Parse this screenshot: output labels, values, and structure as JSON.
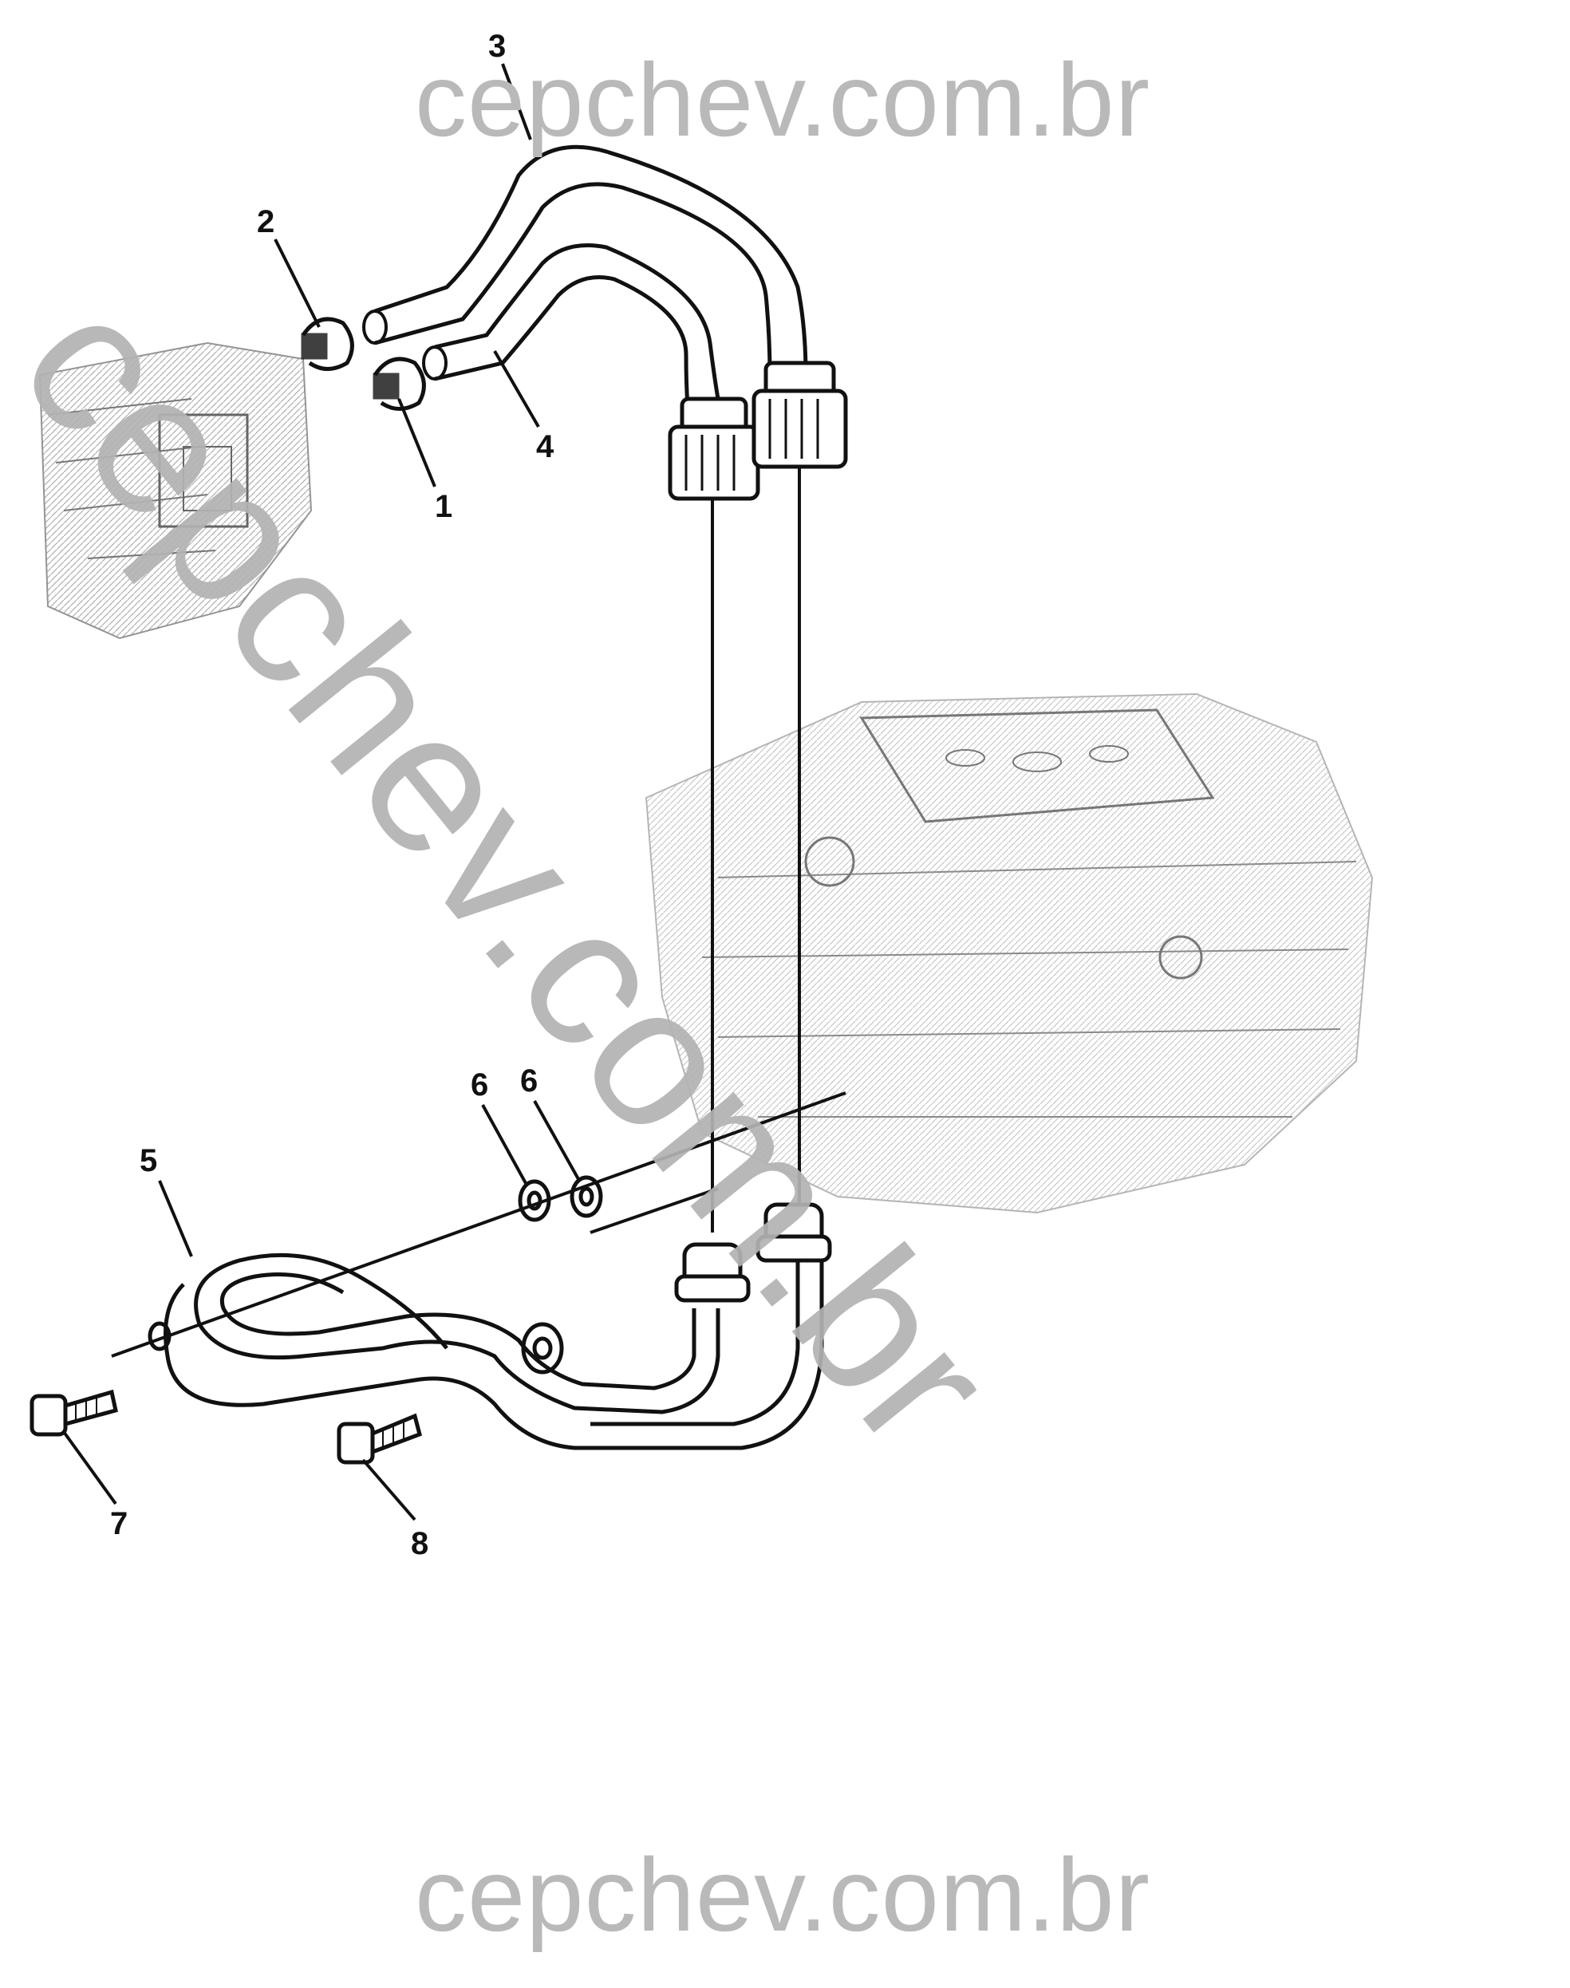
{
  "watermark": {
    "top": "cepchev.com.br",
    "diagonal": "cepchev.com.br",
    "bottom": "cepchev.com.br"
  },
  "callouts": {
    "c1": "1",
    "c2": "2",
    "c3": "3",
    "c4": "4",
    "c5": "5",
    "c6a": "6",
    "c6b": "6",
    "c7": "7",
    "c8": "8"
  },
  "colors": {
    "line": "#111111",
    "hatch": "#8a8a8a",
    "watermark": "#b9b9b9"
  }
}
